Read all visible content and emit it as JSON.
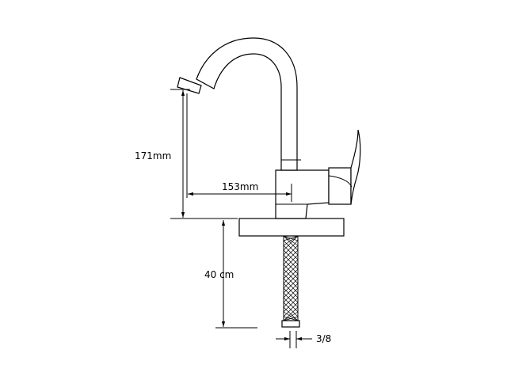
{
  "dimensions": {
    "spout_height": "171mm",
    "spout_reach": "153mm",
    "hose_length": "40 cm",
    "thread_size": "3/8"
  }
}
